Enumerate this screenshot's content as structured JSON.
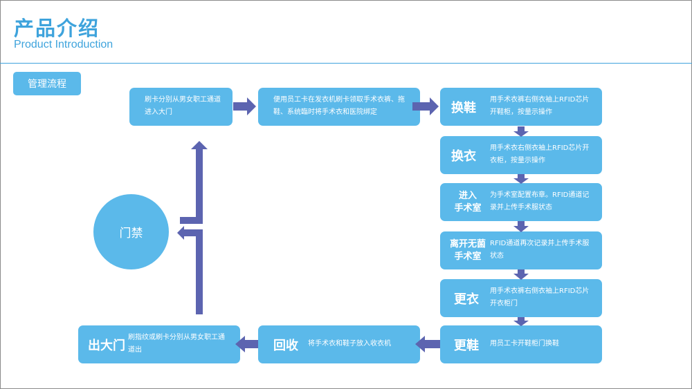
{
  "header": {
    "title_cn": "产品介绍",
    "title_en": "Product Introduction"
  },
  "section_tag": "管理流程",
  "circle_label": "门禁",
  "steps": {
    "entry": {
      "desc": "刷卡分别从男女职工通道进入大门"
    },
    "issue": {
      "desc": "便用员工卡在发衣机刷卡领取手术衣裤、拖鞋、系统臨时将手术衣和医院绑定"
    },
    "change_shoes": {
      "title": "换鞋",
      "desc": "用手术衣裤右侧衣袖上RFID芯片开鞋柜，按量示操作"
    },
    "change_clothes": {
      "title": "换衣",
      "desc": "用手术衣右侧衣袖上RFID芯片开衣柜，按量示操作"
    },
    "enter_or": {
      "title_line1": "进入",
      "title_line2": "手术室",
      "desc": "为手术室配置布章。RFID通道记录并上传手术服状态"
    },
    "leave_sterile": {
      "title_line1": "离开无菌",
      "title_line2": "手术室",
      "desc": "RFID通道再次记录并上传手术服状态"
    },
    "change_back": {
      "title": "更衣",
      "desc": "用手术衣裤右侧衣袖上RFID芯片开衣柜门"
    },
    "shoes_back": {
      "title": "更鞋",
      "desc": "用员工卡开鞋柜门换鞋"
    },
    "recycle": {
      "title": "回收",
      "desc": "将手术衣和鞋子放入收衣机"
    },
    "exit": {
      "title": "出大门",
      "desc": "刷指纹或刷卡分别从男女职工通道出"
    }
  },
  "colors": {
    "accent": "#3ea3dc",
    "box": "#5bb9ea",
    "arrow": "#5c64b0"
  }
}
